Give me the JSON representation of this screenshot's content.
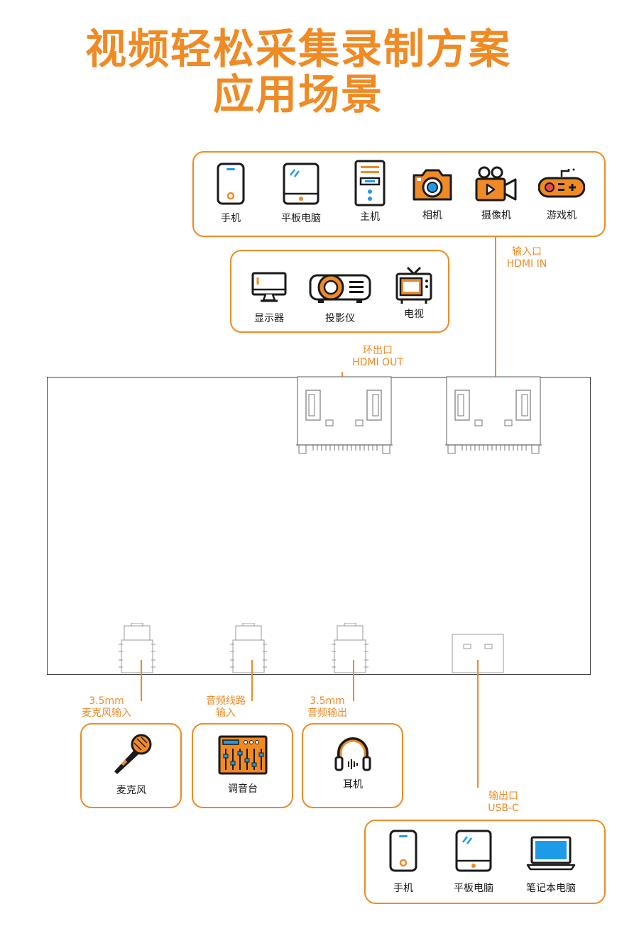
{
  "title": {
    "line1": "视频轻松采集录制方案",
    "line2": "应用场景"
  },
  "hdmi_in_sources": {
    "port_label": [
      "输入口",
      "HDMI IN"
    ],
    "devices": [
      {
        "label": "手机",
        "icon": "phone-icon"
      },
      {
        "label": "平板电脑",
        "icon": "tablet-icon"
      },
      {
        "label": "主机",
        "icon": "desktop-tower-icon"
      },
      {
        "label": "相机",
        "icon": "camera-icon"
      },
      {
        "label": "摄像机",
        "icon": "video-camera-icon"
      },
      {
        "label": "游戏机",
        "icon": "gamepad-icon"
      }
    ]
  },
  "hdmi_out_displays": {
    "port_label": [
      "环出口",
      "HDMI OUT"
    ],
    "devices": [
      {
        "label": "显示器",
        "icon": "monitor-icon"
      },
      {
        "label": "投影仪",
        "icon": "projector-icon"
      },
      {
        "label": "电视",
        "icon": "tv-icon"
      }
    ]
  },
  "audio_ports": [
    {
      "port_label": [
        "3.5mm",
        "麦克风输入"
      ],
      "device": {
        "label": "麦克风",
        "icon": "microphone-icon"
      }
    },
    {
      "port_label": [
        "音频线路",
        "输入"
      ],
      "device": {
        "label": "调音台",
        "icon": "mixer-icon"
      }
    },
    {
      "port_label": [
        "3.5mm",
        "音频输出"
      ],
      "device": {
        "label": "耳机",
        "icon": "headphones-icon"
      }
    }
  ],
  "usb_output": {
    "port_label": [
      "输出口",
      "USB-C"
    ],
    "devices": [
      {
        "label": "手机",
        "icon": "phone-icon"
      },
      {
        "label": "平板电脑",
        "icon": "tablet-icon"
      },
      {
        "label": "笔记本电脑",
        "icon": "laptop-icon"
      }
    ]
  },
  "colors": {
    "accent": "#f08a24",
    "icon_blue": "#1e9be8",
    "outline": "#1a1a1a"
  }
}
